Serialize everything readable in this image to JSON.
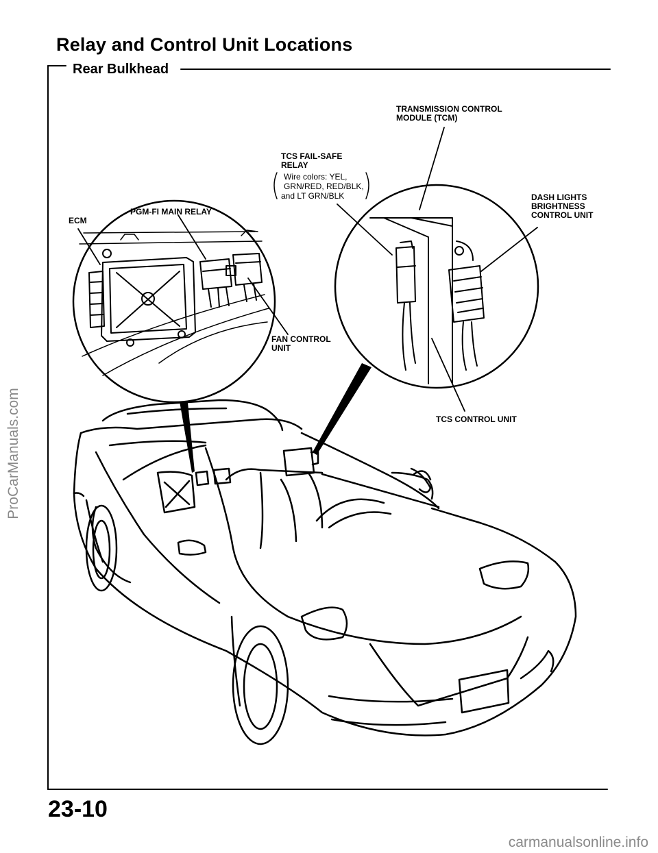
{
  "header": {
    "title": "Relay and Control Unit Locations",
    "section": "Rear Bulkhead"
  },
  "labels": {
    "tcm_line1": "TRANSMISSION  CONTROL",
    "tcm_line2": "MODULE  (TCM)",
    "failsafe_line1": "TCS FAIL-SAFE",
    "failsafe_line2": "RELAY",
    "wire_line1": "Wire colors: YEL,",
    "wire_line2": "GRN/RED, RED/BLK,",
    "wire_line3": "and LT GRN/BLK",
    "dash_line1": "DASH  LIGHTS",
    "dash_line2": "BRIGHTNESS",
    "dash_line3": "CONTROL  UNIT",
    "ecm": "ECM",
    "pgmfi": "PGM-FI MAIN RELAY",
    "fan_line1": "FAN CONTROL",
    "fan_line2": "UNIT",
    "tcs_unit": "TCS  CONTROL  UNIT"
  },
  "footer": {
    "page_number": "23-10"
  },
  "watermarks": {
    "left": "ProCarManuals.com",
    "bottom": "carmanualsonline.info"
  }
}
